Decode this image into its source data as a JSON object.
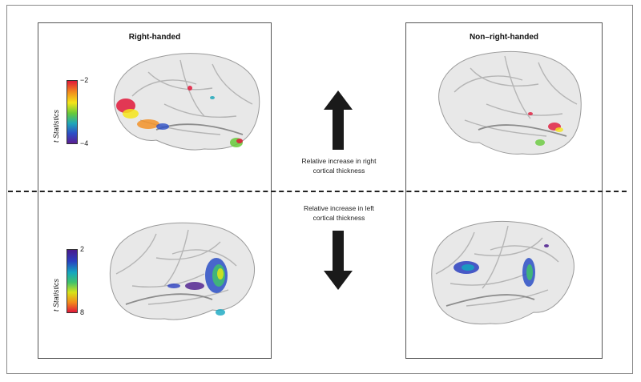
{
  "panels": {
    "left_title": "Right-handed",
    "right_title": "Non–right-handed"
  },
  "captions": {
    "top_line1": "Relative increase in right",
    "top_line2": "cortical thickness",
    "bottom_line1": "Relative increase in left",
    "bottom_line2": "cortical thickness"
  },
  "colorbars": {
    "top": {
      "label_italic": "t",
      "label_rest": " Statistics",
      "max_label": "−2",
      "min_label": "−4"
    },
    "bottom": {
      "label_italic": "t",
      "label_rest": " Statistics",
      "max_label": "2",
      "min_label": "8"
    }
  },
  "colors": {
    "frame": "#8a8a8a",
    "brain_fill": "#e6e6e6",
    "arrow": "#1a1a1a"
  }
}
